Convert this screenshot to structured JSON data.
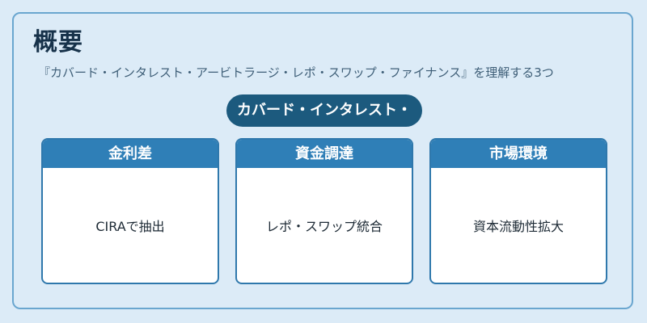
{
  "heading": {
    "title": "概要",
    "subtitle": "『カバード・インタレスト・アービトラージ・レポ・スワップ・ファイナンス』を理解する3つ"
  },
  "center_label": "カバード・インタレスト・",
  "cards": [
    {
      "header": "金利差",
      "body": "CIRAで抽出"
    },
    {
      "header": "資金調達",
      "body": "レポ・スワップ統合"
    },
    {
      "header": "市場環境",
      "body": "資本流動性拡大"
    }
  ],
  "colors": {
    "background": "#dcebf7",
    "frame_border": "#6aa6cf",
    "pill": "#1c5a7e",
    "card_header": "#2f7fb7",
    "card_border": "#2f78ac",
    "title": "#17324a"
  }
}
